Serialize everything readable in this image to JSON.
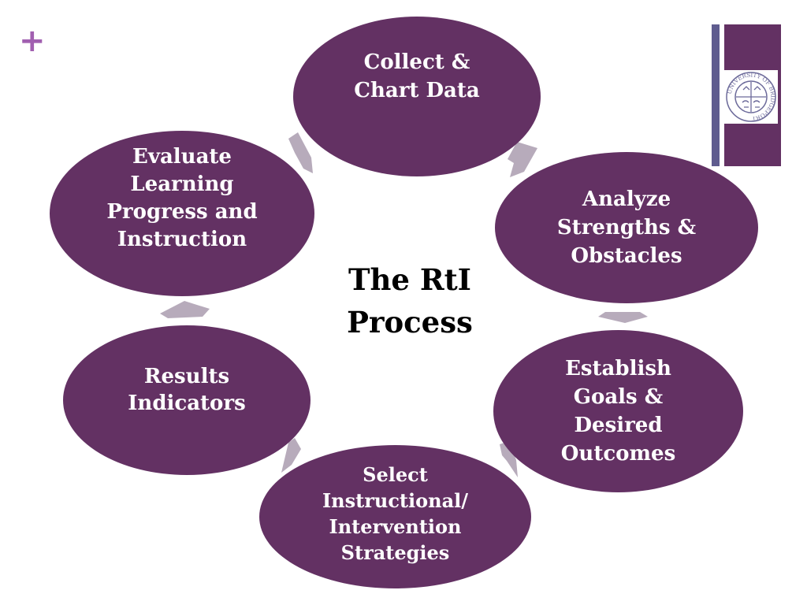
{
  "slide": {
    "corner_mark": "+",
    "title": "The RtI Process"
  },
  "colors": {
    "node_fill": "#633163",
    "arrow_fill": "#b7abbb",
    "accent_plus": "#a15fb0",
    "logo_bar": "#5f5c8f",
    "logo_panel": "#633163",
    "seal_stroke": "#6c6a9a"
  },
  "logo": {
    "seal_text": "UNIVERSITY OF BRIDGEPORT"
  },
  "cycle": [
    {
      "label": "Collect & Chart Data"
    },
    {
      "label": "Analyze Strengths & Obstacles"
    },
    {
      "label": "Establish Goals & Desired Outcomes"
    },
    {
      "label": "Select Instructional/ Intervention Strategies"
    },
    {
      "label": "Results Indicators"
    },
    {
      "label": "Evaluate Learning Progress and Instruction"
    }
  ]
}
